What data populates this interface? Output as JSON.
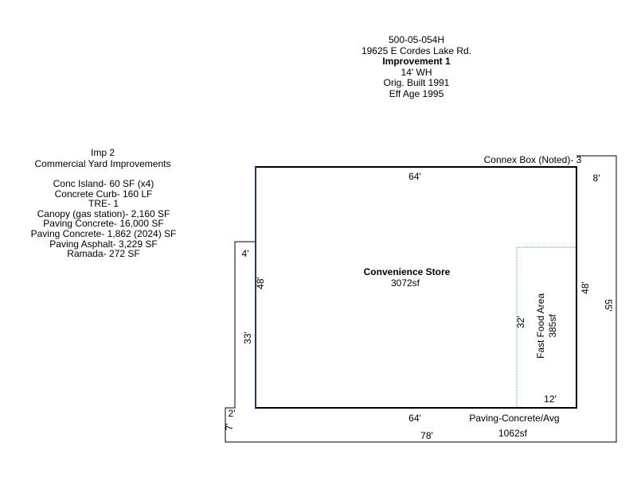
{
  "header": {
    "parcel": "500-05-054H",
    "address": "19625 E Cordes Lake Rd.",
    "improvement": "Improvement 1",
    "wall_height": "14' WH",
    "orig_built": "Orig. Built 1991",
    "eff_age": "Eff Age 1995"
  },
  "imp2": {
    "title": "Imp 2",
    "subtitle": "Commercial Yard Improvements",
    "items": [
      "Conc Island- 60 SF (x4)",
      "Concrete Curb-  160  LF",
      "TRE- 1",
      "Canopy (gas station)- 2,160 SF",
      "Paving Concrete-  16,000  SF",
      "Paving Concrete- 1,862 (2024)  SF",
      "Paving Asphalt-  3,229  SF",
      "Ramada- 272 SF"
    ]
  },
  "sketch": {
    "connex": "Connex Box (Noted)- 3",
    "store_name": "Convenience Store",
    "store_area": "3072sf",
    "fast_food_name": "Fast Food Area",
    "fast_food_area": "385sf",
    "paving_name": "Paving-Concrete/Avg",
    "paving_area": "1062sf",
    "dims": {
      "store_top": "64'",
      "store_bottom": "64'",
      "store_left": "48'",
      "store_right": "48'",
      "connex_right": "8'",
      "outer_right": "55'",
      "outer_bottom": "78'",
      "left_upper": "4'",
      "left_lower": "33'",
      "notch_top": "2'",
      "notch_side": "7'",
      "ff_height": "32'",
      "ff_width": "12'"
    },
    "colors": {
      "store_outline": "#000000",
      "store_left_edge": "#1f3a6b",
      "fast_food_outline": "#5b8fbf"
    }
  }
}
